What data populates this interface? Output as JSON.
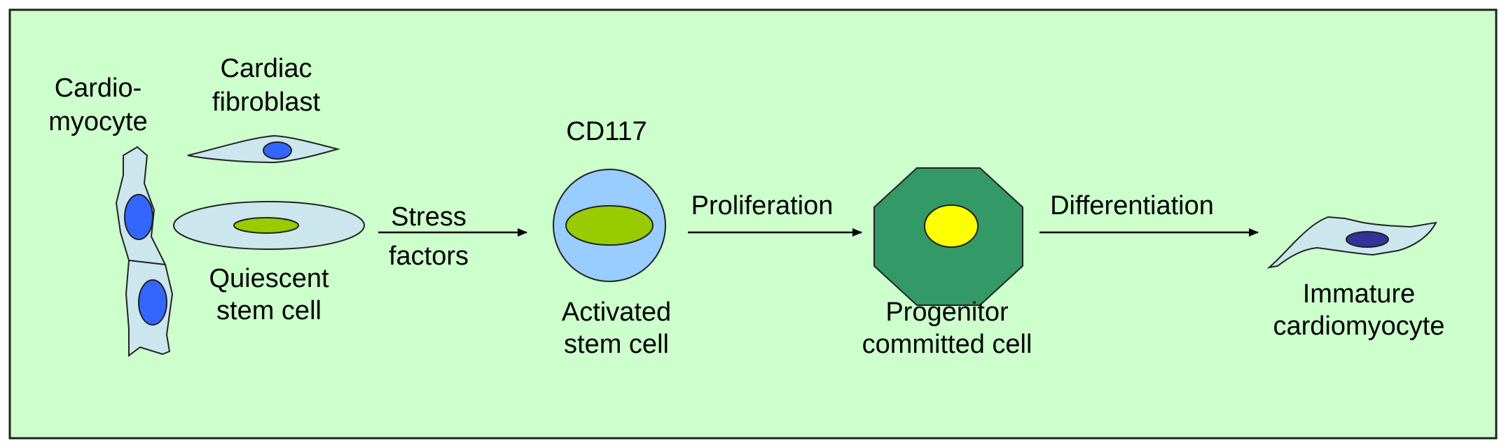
{
  "colors": {
    "background": "#ccffcc",
    "frame": "#222222",
    "cell_body": "#cce6ee",
    "cell_outline": "#222222",
    "nucleus_blue": "#3366ff",
    "nucleus_green": "#99cc00",
    "activated_cell": "#99ccff",
    "progenitor_cell": "#339966",
    "progenitor_nucleus": "#ffff00",
    "immature_nucleus": "#333399",
    "arrow": "#000000"
  },
  "labels": {
    "cardiomyocyte": [
      "Cardio-",
      "myocyte"
    ],
    "cardiac_fibroblast": [
      "Cardiac",
      "fibroblast"
    ],
    "quiescent_stem_cell": [
      "Quiescent",
      "stem cell"
    ],
    "cd117": "CD117",
    "activated_stem_cell": [
      "Activated",
      "stem cell"
    ],
    "progenitor_committed_cell": [
      "Progenitor",
      "committed cell"
    ],
    "immature_cardiomyocyte": [
      "Immature",
      "cardiomyocyte"
    ]
  },
  "arrows": {
    "stress_factors": [
      "Stress",
      "factors"
    ],
    "proliferation": "Proliferation",
    "differentiation": "Differentiation"
  }
}
